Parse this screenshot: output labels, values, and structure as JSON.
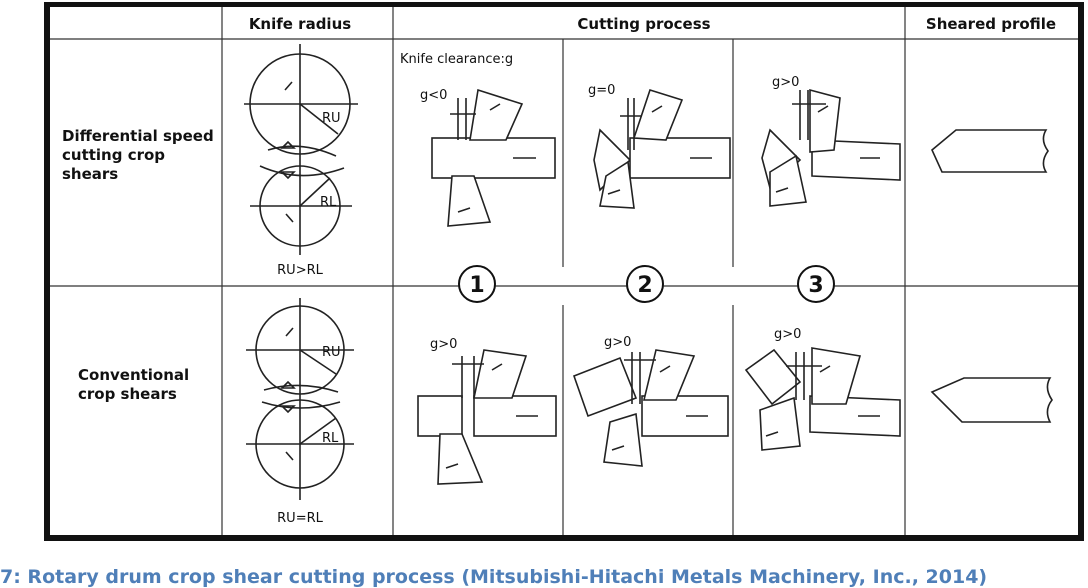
{
  "headers": {
    "knife_radius": "Knife radius",
    "cutting_process": "Cutting process",
    "sheared_profile": "Sheared profile"
  },
  "rows": [
    {
      "label_lines": [
        "Differential speed",
        "cutting crop",
        "shears"
      ],
      "upper_radius_label": "RU",
      "lower_radius_label": "RL",
      "radius_relation": "RU>RL",
      "clearance_note": "Knife clearance:g",
      "step_labels": [
        "g<0",
        "g=0",
        "g>0"
      ]
    },
    {
      "label_lines": [
        "Conventional",
        "crop shears"
      ],
      "upper_radius_label": "RU",
      "lower_radius_label": "RL",
      "radius_relation": "RU=RL",
      "step_labels": [
        "g>0",
        "g>0",
        "g>0"
      ]
    }
  ],
  "steps": [
    "1",
    "2",
    "3"
  ],
  "caption": "7: Rotary drum crop shear cutting process (Mitsubishi-Hitachi Metals Machinery, Inc., 2014)"
}
